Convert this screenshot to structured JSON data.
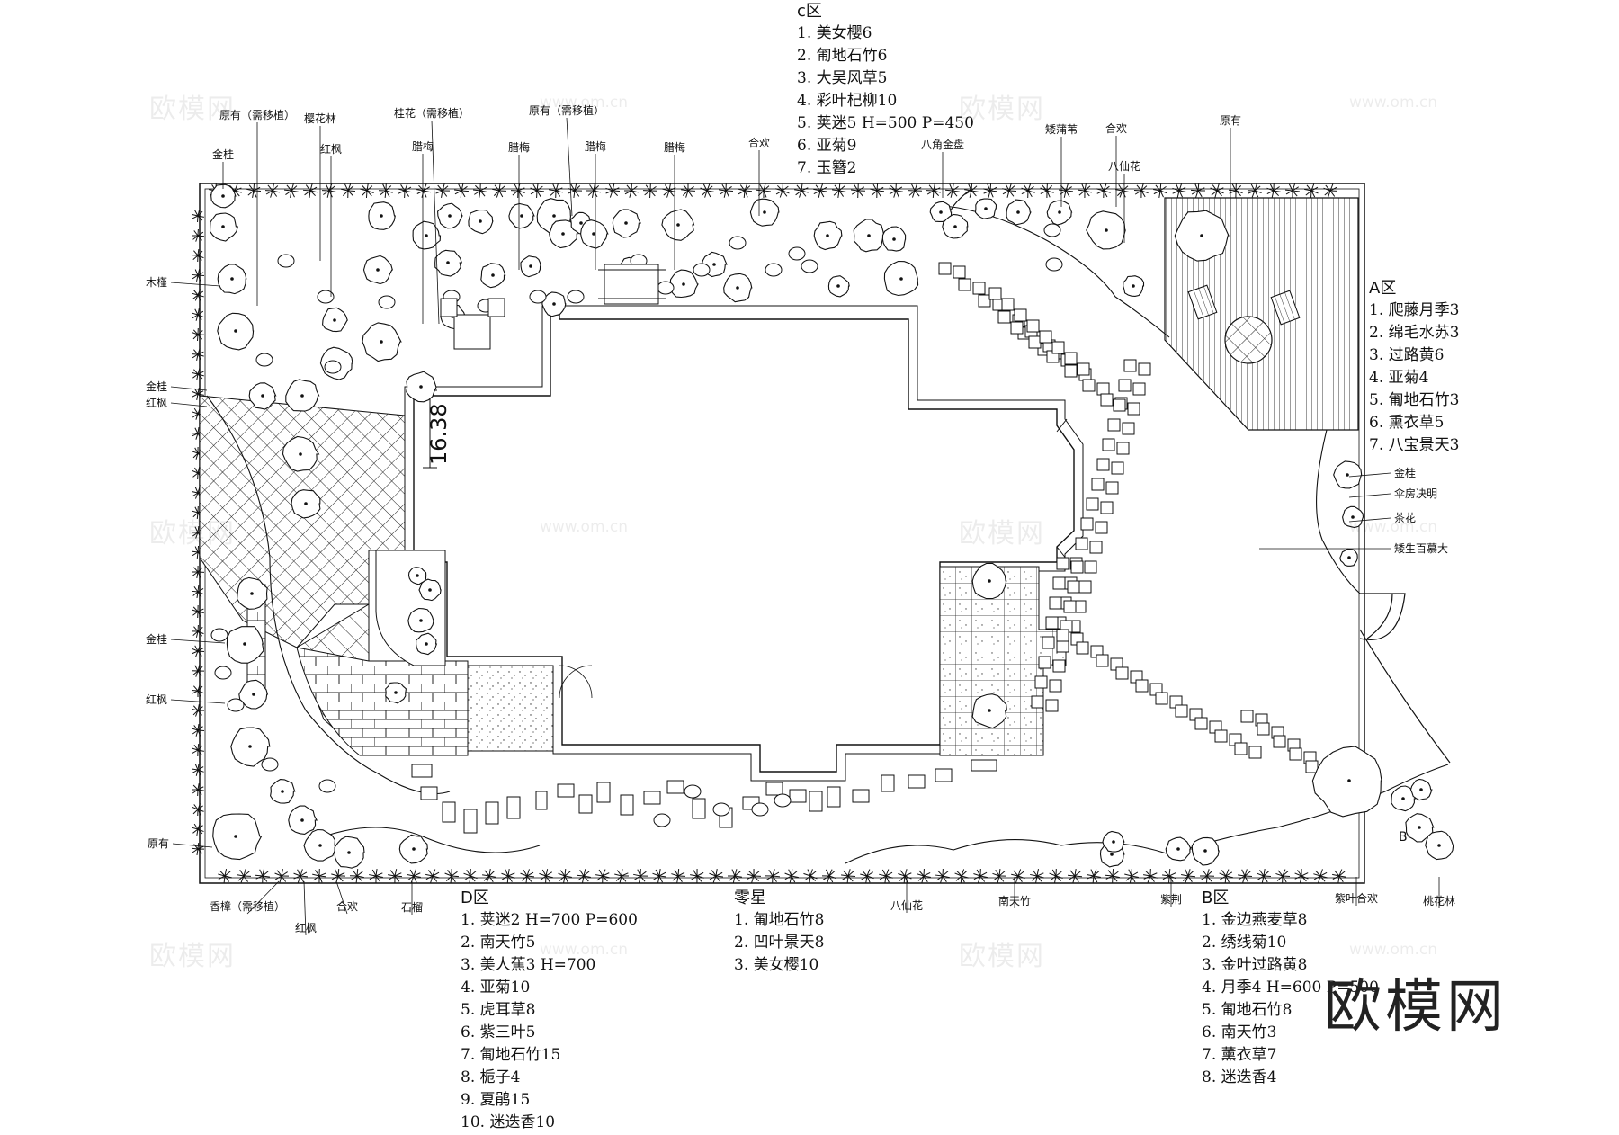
{
  "zones": [
    {
      "id": "C",
      "title": "c区",
      "items": [
        "1. 美女樱6",
        "2. 匍地石竹6",
        "3. 大吴风草5",
        "4. 彩叶杞柳10",
        "5. 荚迷5 H=500 P=450",
        "6. 亚菊9",
        "7. 玉簪2"
      ]
    },
    {
      "id": "A",
      "title": "A区",
      "items": [
        "1. 爬藤月季3",
        "2. 绵毛水苏3",
        "3. 过路黄6",
        "4. 亚菊4",
        "5. 匍地石竹3",
        "6. 熏衣草5",
        "7. 八宝景天3"
      ]
    },
    {
      "id": "D",
      "title": "D区",
      "items": [
        "1. 荚迷2 H=700 P=600",
        "2. 南天竹5",
        "3. 美人蕉3 H=700",
        "4. 亚菊10",
        "5. 虎耳草8",
        "6. 紫三叶5",
        "7. 匍地石竹15",
        "8. 栀子4",
        "9. 夏鹃15",
        "10. 迷迭香10"
      ]
    },
    {
      "id": "L",
      "title": "零星",
      "items": [
        "1. 匍地石竹8",
        "2. 凹叶景天8",
        "3. 美女樱10"
      ]
    },
    {
      "id": "B",
      "title": "B区",
      "items": [
        "1. 金边燕麦草8",
        "2. 绣线菊10",
        "3. 金叶过路黄8",
        "4. 月季4 H=600 P=500",
        "5. 匍地石竹8",
        "6. 南天竹3",
        "7. 薰衣草7",
        "8. 迷迭香4"
      ]
    }
  ],
  "labels": [
    {
      "t": "金桂"
    },
    {
      "t": "原有（需移植）"
    },
    {
      "t": "樱花林"
    },
    {
      "t": "红枫"
    },
    {
      "t": "桂花（需移植）"
    },
    {
      "t": "腊梅"
    },
    {
      "t": "腊梅"
    },
    {
      "t": "原有（需移植）"
    },
    {
      "t": "腊梅"
    },
    {
      "t": "腊梅"
    },
    {
      "t": "合欢"
    },
    {
      "t": "八角金盘"
    },
    {
      "t": "矮蒲苇"
    },
    {
      "t": "合欢"
    },
    {
      "t": "八仙花"
    },
    {
      "t": "原有"
    },
    {
      "t": "木槿"
    },
    {
      "t": "金桂"
    },
    {
      "t": "红枫"
    },
    {
      "t": "金桂"
    },
    {
      "t": "红枫"
    },
    {
      "t": "原有"
    },
    {
      "t": "香樟（需移植）"
    },
    {
      "t": "红枫"
    },
    {
      "t": "合欢"
    },
    {
      "t": "石榴"
    },
    {
      "t": "八仙花"
    },
    {
      "t": "南天竹"
    },
    {
      "t": "紫荆"
    },
    {
      "t": "紫叶合欢"
    },
    {
      "t": "桃花林"
    },
    {
      "t": "金桂"
    },
    {
      "t": "伞房决明"
    },
    {
      "t": "茶花"
    },
    {
      "t": "矮生百慕大"
    }
  ],
  "dimension": "16.38",
  "gate_mark": "B",
  "watermark": {
    "brand": "欧模网",
    "url": "www.om.cn",
    "big": "欧模网"
  }
}
